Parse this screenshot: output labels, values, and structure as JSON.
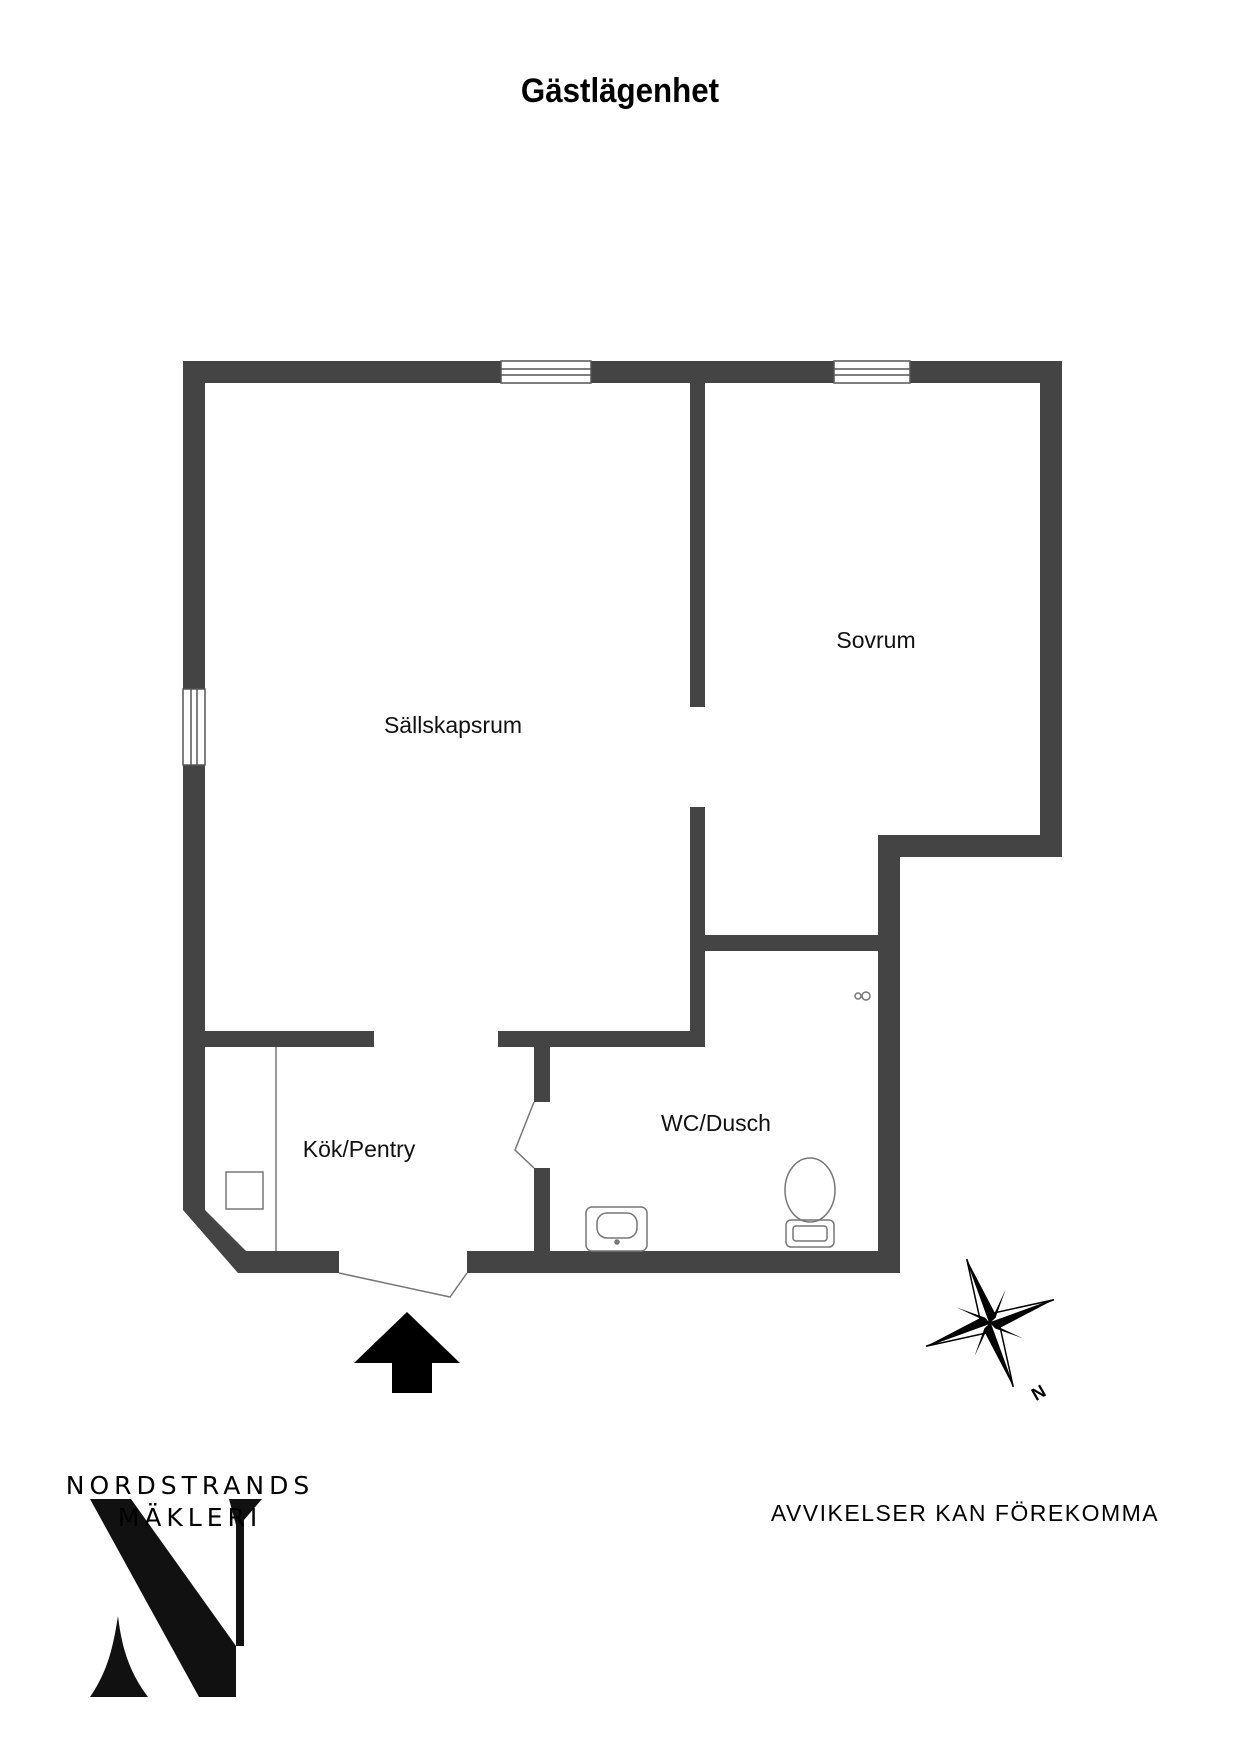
{
  "title": "Gästlägenhet",
  "rooms": {
    "living": "Sällskapsrum",
    "bedroom": "Sovrum",
    "kitchen": "Kök/Pentry",
    "bathroom": "WC/Dusch"
  },
  "compass": {
    "north_label": "N"
  },
  "brand": {
    "line1": "NORDSTRANDS",
    "line2": "MÄKLERI"
  },
  "disclaimer": "AVVIKELSER KAN FÖREKOMMA",
  "colors": {
    "wall": "#444444",
    "line": "#666666",
    "ink": "#000000"
  },
  "icons": [
    "entrance-arrow-icon",
    "compass-rose-icon",
    "brand-logo-icon",
    "toilet-icon",
    "sink-icon",
    "shower-icon"
  ]
}
